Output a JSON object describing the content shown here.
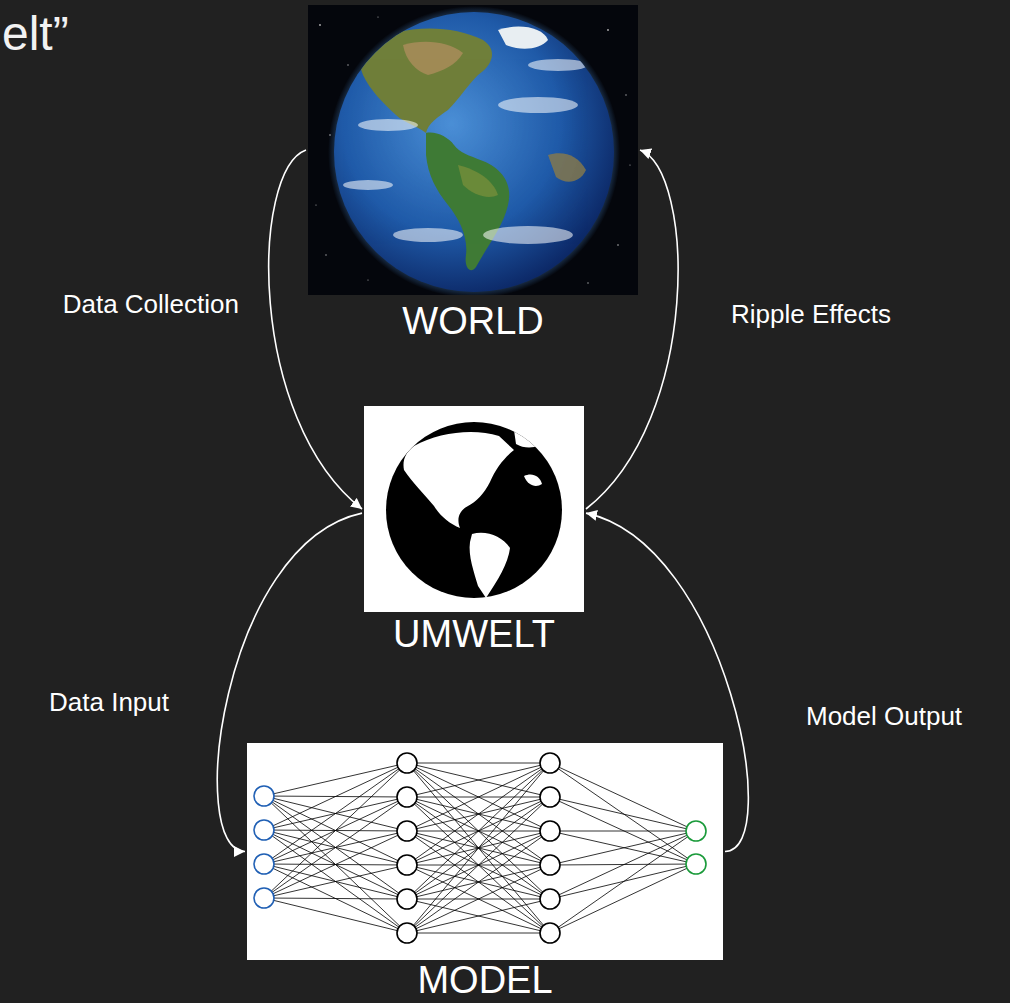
{
  "diagram": {
    "title": "elt”",
    "nodes": [
      {
        "text": [
          "WORLD"
        ]
      },
      {
        "text": [
          "UMWELT"
        ]
      },
      {
        "text": [
          "MODEL"
        ]
      }
    ],
    "edges": [
      {
        "from": 0,
        "to": 1,
        "label": "Data Collection",
        "arrow": "to"
      },
      {
        "from": 1,
        "to": 0,
        "label": "Ripple Effects",
        "arrow": "to"
      },
      {
        "from": 1,
        "to": 2,
        "label": "Data Input",
        "arrow": "to"
      },
      {
        "from": 2,
        "to": 1,
        "label": "Model Output",
        "arrow": "to"
      }
    ]
  }
}
